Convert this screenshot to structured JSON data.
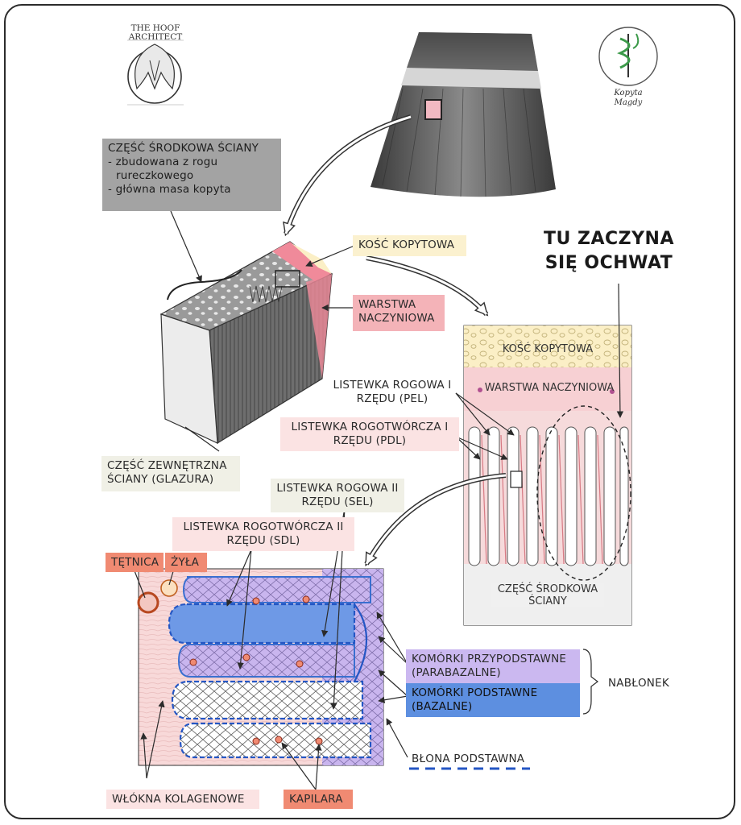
{
  "logos": {
    "hoof_architect": [
      "THE HOOF",
      "ARCHITECT"
    ],
    "kopyta_magdy": [
      "Kopyta",
      "Magdy"
    ]
  },
  "labels": {
    "middle_wall_title": "CZĘŚĆ ŚRODKOWA ŚCIANY",
    "middle_wall_line1": "- zbudowana z rogu",
    "middle_wall_line2": "  rureczkowego",
    "middle_wall_line3": "- główna masa kopyta",
    "kosc_kopytowa": "KOŚĆ KOPYTOWA",
    "warstwa_naczyniowa": "WARSTWA NACZYNIOWA",
    "tu_zaczyna": "TU ZACZYNA SIĘ OCHWAT",
    "panel_kosc": "KOŚĆ KOPYTOWA",
    "panel_warstwa": "WARSTWA NACZYNIOWA",
    "listewka_rogowa_1": "LISTEWKA ROGOWA I RZĘDU (PEL)",
    "listewka_rogotworcza_1": "LISTEWKA ROGOTWÓRCZA I RZĘDU (PDL)",
    "panel_czesc_srodkowa": "CZĘŚĆ ŚRODKOWA ŚCIANY",
    "czesc_zewnetrzna": "CZĘŚĆ ZEWNĘTRZNA ŚCIANY (GLAZURA)",
    "listewka_rogowa_2": "LISTEWKA ROGOWA II RZĘDU (SEL)",
    "listewka_rogotworcza_2": "LISTEWKA ROGOTWÓRCZA II RZĘDU (SDL)",
    "tetnica": "TĘTNICA",
    "zyla": "ŻYŁA",
    "komorki_przypodstawne": "KOMÓRKI PRZYPODSTAWNE (PARABAZALNE)",
    "komorki_podstawne": "KOMÓRKI PODSTAWNE (BAZALNE)",
    "nablonek": "NABŁONEK",
    "blona_podstawna": "BŁONA PODSTAWNA",
    "wlokna_kolagenowe": "WŁÓKNA KOLAGENOWE",
    "kapilara": "KAPILARA"
  },
  "colors": {
    "grey_label": "#a3a3a3",
    "bone_cream": "#fbf1cf",
    "vascular_pink": "#f4b3b8",
    "pale_label": "#f0f0e6",
    "salmon": "#f08a72",
    "lavender": "#cbb8f0",
    "blue": "#5d8fe0"
  }
}
